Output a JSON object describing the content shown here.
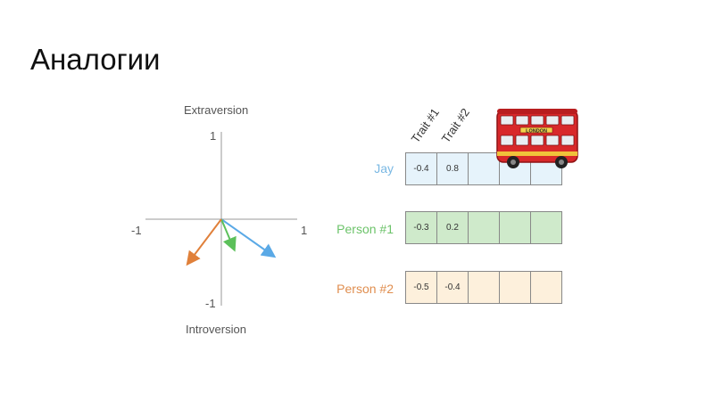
{
  "slide": {
    "title": "Аналогии"
  },
  "axes": {
    "top_label": "Extraversion",
    "bottom_label": "Introversion",
    "tick_top": "1",
    "tick_bottom": "-1",
    "tick_left": "-1",
    "tick_right": "1"
  },
  "vectors": [
    {
      "name": "Jay",
      "color": "#5aa9e6"
    },
    {
      "name": "Person #1",
      "color": "#5cc05a"
    },
    {
      "name": "Person #2",
      "color": "#e0803a"
    }
  ],
  "traits": {
    "trait1": "Trait #1",
    "trait2": "Trait #2"
  },
  "rows": [
    {
      "label": "Jay",
      "label_color": "#7ab8e3",
      "fill": "#e6f3fb",
      "values": [
        "-0.4",
        "0.8",
        "",
        "",
        ""
      ]
    },
    {
      "label": "Person #1",
      "label_color": "#6cc36a",
      "fill": "#cfeacb",
      "values": [
        "-0.3",
        "0.2",
        "",
        "",
        ""
      ]
    },
    {
      "label": "Person #2",
      "label_color": "#e08e4f",
      "fill": "#fdf0dc",
      "values": [
        "-0.5",
        "-0.4",
        "",
        "",
        ""
      ]
    }
  ],
  "bus": {
    "icon": "london-bus-icon",
    "text": "LONDON"
  }
}
